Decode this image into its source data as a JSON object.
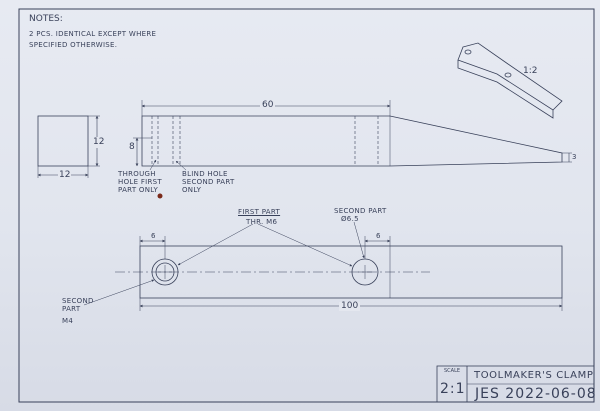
{
  "notes": {
    "heading": "NOTES:",
    "line1": "2 PCS. IDENTICAL EXCEPT WHERE",
    "line2": "SPECIFIED OTHERWISE."
  },
  "iso_view": {
    "scale": "1:2"
  },
  "side_view": {
    "dim_length": "60",
    "dim_height": "8",
    "dim_end": "3",
    "front_dim_width": "12",
    "front_dim_height": "12",
    "note_through_hole": [
      "THROUGH",
      "HOLE FIRST",
      "PART ONLY"
    ],
    "note_blind_hole": [
      "BLIND HOLE",
      "SECOND PART",
      "ONLY"
    ]
  },
  "top_view": {
    "label_first_part": "FIRST PART",
    "label_thread": "THR. M6",
    "label_second_part": "SECOND PART",
    "label_diameter": "Ø6.5",
    "label_second_part_left": [
      "SECOND",
      "PART"
    ],
    "label_m4": "M4",
    "dim_left": "6",
    "dim_right": "6",
    "dim_total": "100"
  },
  "title_block": {
    "title": "TOOLMAKER'S CLAMP",
    "scale_label": "SCALE",
    "scale": "2:1",
    "author_date": "JES 2022-06-08"
  },
  "colors": {
    "ink": "#39415a",
    "paper": "#e4e7ef"
  }
}
